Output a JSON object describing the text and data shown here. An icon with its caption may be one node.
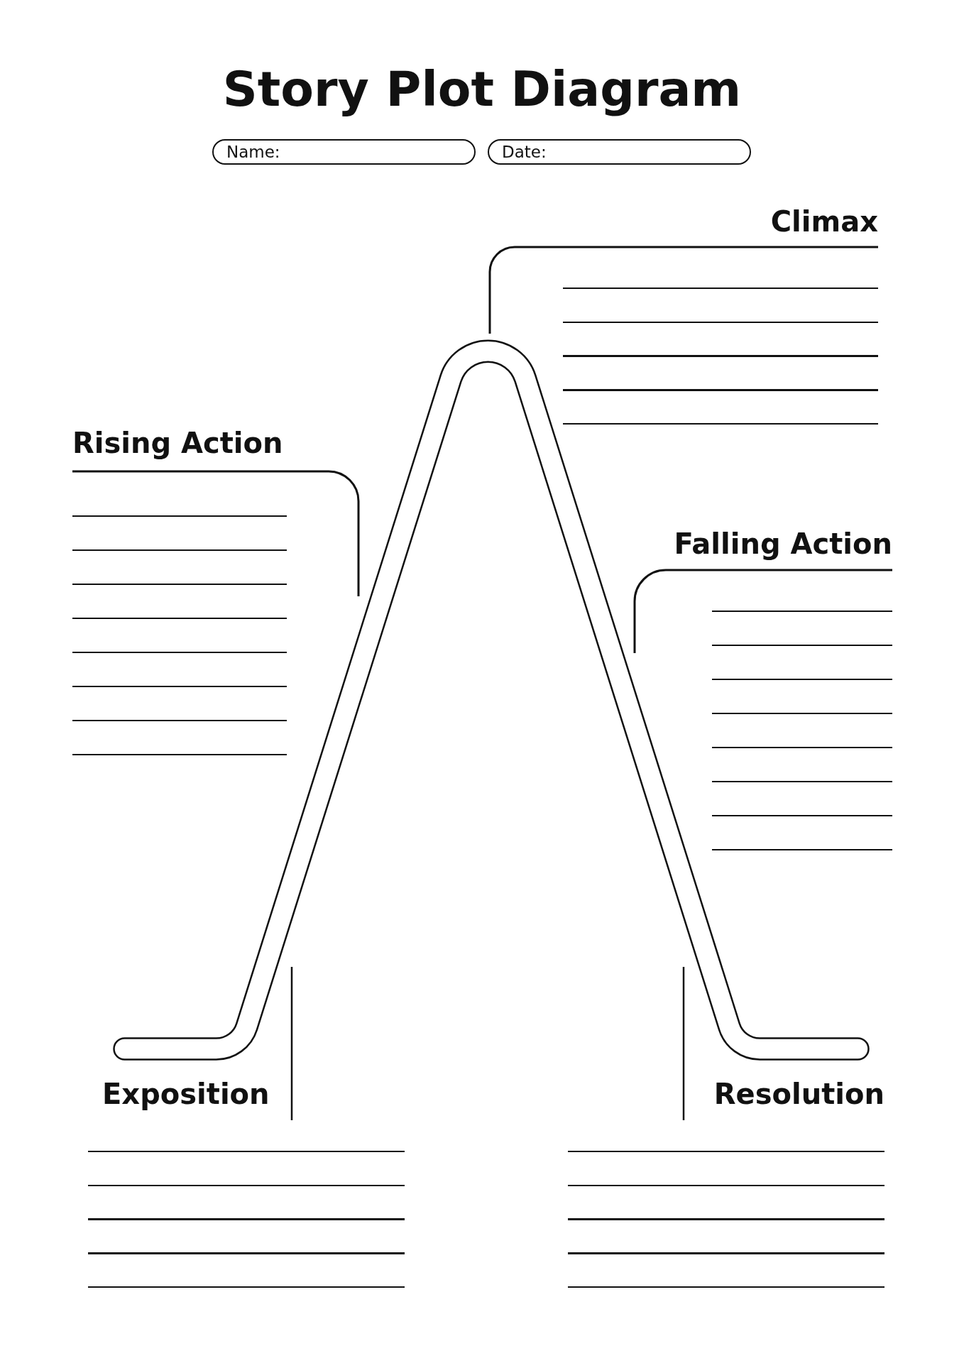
{
  "diagram": {
    "title": "Story Plot Diagram",
    "nodes": [
      {
        "text": [
          "Name:"
        ]
      },
      {
        "text": [
          "Date:"
        ]
      },
      {
        "text": [
          "Climax"
        ]
      },
      {
        "text": [
          "Rising Action"
        ]
      },
      {
        "text": [
          "Falling Action"
        ]
      },
      {
        "text": [
          "Exposition"
        ]
      },
      {
        "text": [
          "Resolution"
        ]
      },
      {
        "text": [],
        "shape": "picture"
      }
    ],
    "edges": [
      {
        "from": 2,
        "to": 7,
        "arrow": "none"
      },
      {
        "from": 3,
        "to": 7,
        "arrow": "none"
      },
      {
        "from": 4,
        "to": 7,
        "arrow": "none"
      },
      {
        "from": 5,
        "to": 7,
        "arrow": "none"
      },
      {
        "from": 6,
        "to": 7,
        "arrow": "none"
      }
    ]
  }
}
